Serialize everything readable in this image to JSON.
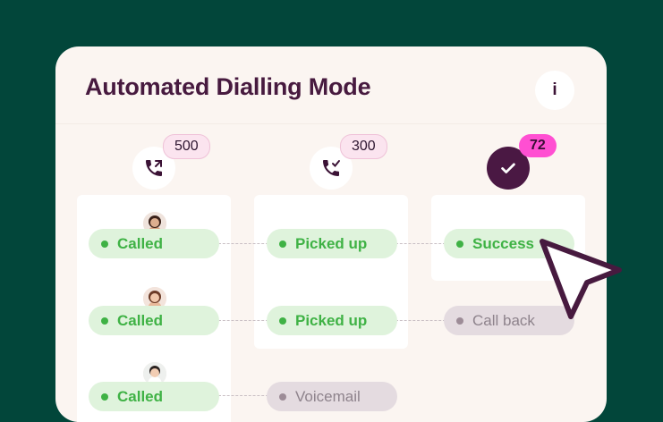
{
  "panel": {
    "title": "Automated Dialling Mode",
    "info_label": "i"
  },
  "steps": [
    {
      "icon": "phone-outgoing-icon",
      "count": "500"
    },
    {
      "icon": "phone-check-icon",
      "count": "300"
    },
    {
      "icon": "check-icon",
      "count": "72"
    }
  ],
  "rows": [
    {
      "called": "Called",
      "answer": "Picked up",
      "outcome": "Success"
    },
    {
      "called": "Called",
      "answer": "Picked up",
      "outcome": "Call back"
    },
    {
      "called": "Called",
      "answer": "Voicemail"
    }
  ],
  "colors": {
    "background": "#02463a",
    "title": "#471a3f",
    "success_green": "#3fb245",
    "badge_pink": "#ff4fd2"
  }
}
